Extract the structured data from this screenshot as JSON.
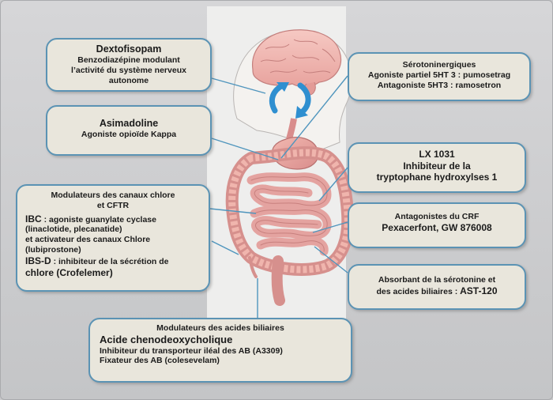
{
  "boxes": {
    "dextofisopam": {
      "title": "Dextofisopam",
      "lines": [
        "Benzodiazépine modulant",
        "l’activité du système nerveux",
        "autonome"
      ]
    },
    "asimadoline": {
      "title": "Asimadoline",
      "lines": [
        "Agoniste opioïde Kappa"
      ]
    },
    "chlore": {
      "heading": [
        "Modulateurs des canaux chlore",
        "et CFTR"
      ],
      "ibc_prefix": "IBC",
      "ibc_text": " : agoniste guanylate cyclase",
      "ibc_lines": [
        "(linaclotide, plecanatide)",
        "et activateur des canaux Chlore",
        "(lubiprostone)"
      ],
      "ibsd_prefix": "IBS-D",
      "ibsd_text": " : inhibiteur de la sécrétion de",
      "ibsd_last": "chlore (Crofelemer)"
    },
    "biliaires": {
      "heading": "Modulateurs des acides biliaires",
      "title": "Acide chenodeoxycholique",
      "lines": [
        "Inhibiteur  du transporteur iléal des  AB (A3309)",
        "Fixateur des AB (colesevelam)"
      ]
    },
    "serotoninergiques": {
      "heading": "Sérotoninergiques",
      "lines": [
        "Agoniste partiel 5HT 3 : pumosetrag",
        "Antagoniste 5HT3 : ramosetron"
      ]
    },
    "lx1031": {
      "lines": [
        "LX 1031",
        "Inhibiteur de la",
        "tryptophane hydroxylses 1"
      ]
    },
    "crf": {
      "heading": "Antagonistes du CRF",
      "title": "Pexacerfont, GW 876008"
    },
    "absorbant": {
      "line1": "Absorbant de la sérotonine et",
      "line2_text": "des acides biliaires : ",
      "line2_bold": "AST-120"
    }
  },
  "colors": {
    "box_fill": "#e9e6dc",
    "box_border": "#5b93b4",
    "connector": "#4f95bd",
    "arrow": "#2f8fd0",
    "organ": "#e7a6a6"
  }
}
